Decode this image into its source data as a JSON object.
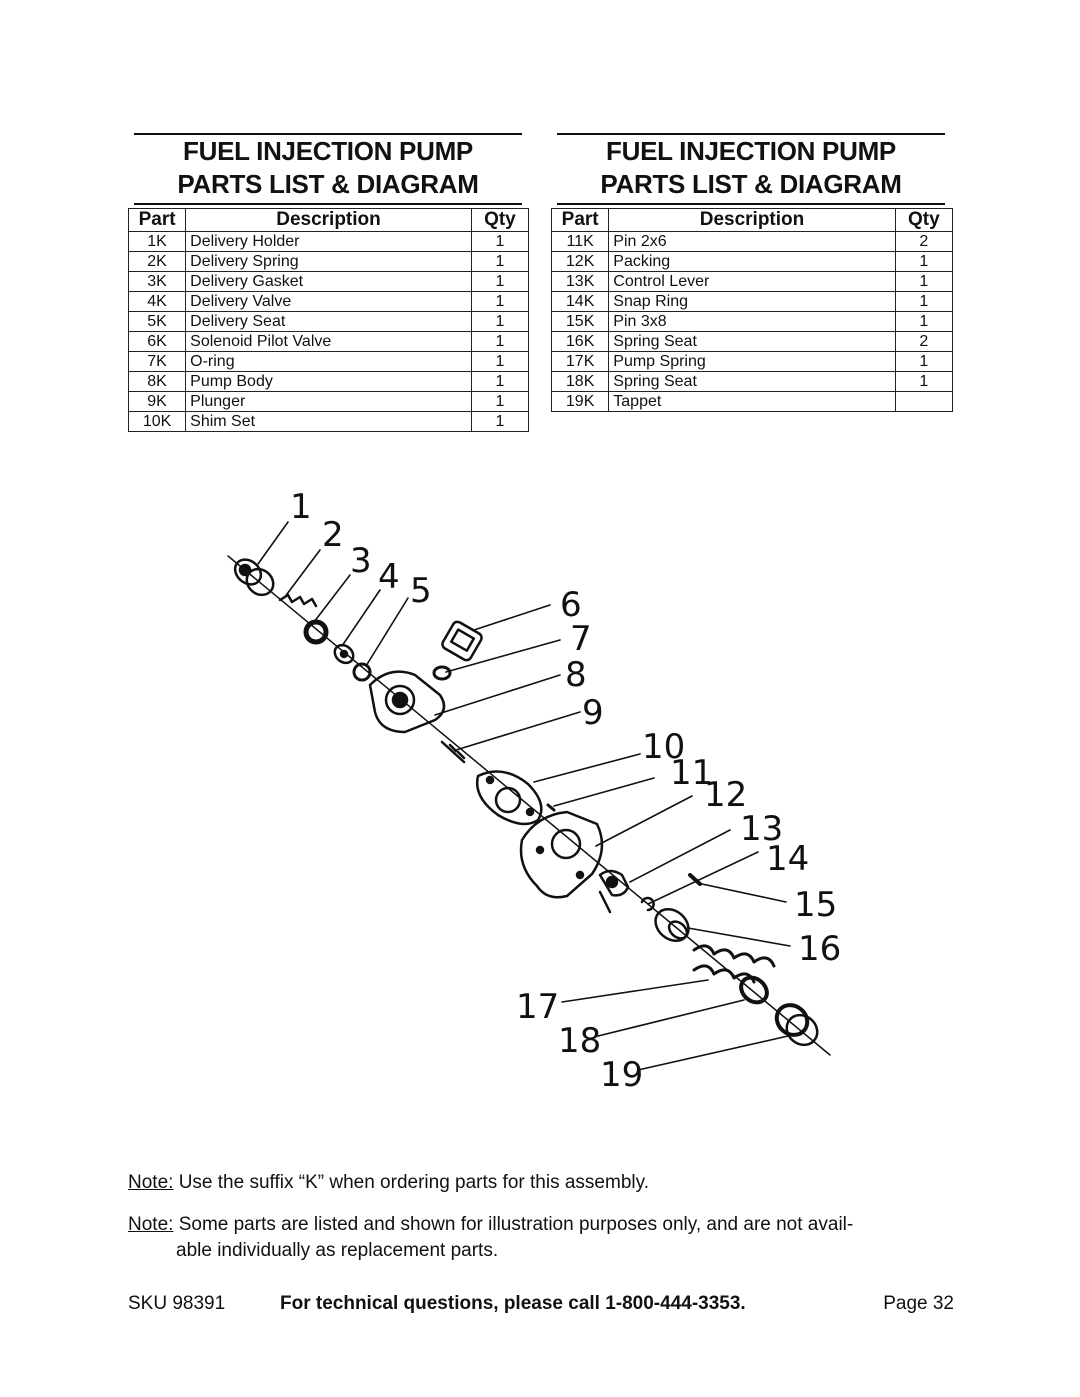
{
  "headings": {
    "left": {
      "line1": "FUEL INJECTION PUMP",
      "line2": "PARTS LIST & DIAGRAM"
    },
    "right": {
      "line1": "FUEL INJECTION PUMP",
      "line2": "PARTS LIST & DIAGRAM"
    }
  },
  "table_columns": {
    "part": "Part",
    "description": "Description",
    "qty": "Qty"
  },
  "parts_left": [
    {
      "part": "1K",
      "description": "Delivery Holder",
      "qty": "1"
    },
    {
      "part": "2K",
      "description": "Delivery Spring",
      "qty": "1"
    },
    {
      "part": "3K",
      "description": "Delivery Gasket",
      "qty": "1"
    },
    {
      "part": "4K",
      "description": "Delivery Valve",
      "qty": "1"
    },
    {
      "part": "5K",
      "description": "Delivery Seat",
      "qty": "1"
    },
    {
      "part": "6K",
      "description": "Solenoid Pilot Valve",
      "qty": "1"
    },
    {
      "part": "7K",
      "description": "O-ring",
      "qty": "1"
    },
    {
      "part": "8K",
      "description": "Pump Body",
      "qty": "1"
    },
    {
      "part": "9K",
      "description": "Plunger",
      "qty": "1"
    },
    {
      "part": "10K",
      "description": "Shim Set",
      "qty": "1"
    }
  ],
  "parts_right": [
    {
      "part": "11K",
      "description": "Pin 2x6",
      "qty": "2"
    },
    {
      "part": "12K",
      "description": "Packing",
      "qty": "1"
    },
    {
      "part": "13K",
      "description": "Control Lever",
      "qty": "1"
    },
    {
      "part": "14K",
      "description": "Snap Ring",
      "qty": "1"
    },
    {
      "part": "15K",
      "description": "Pin 3x8",
      "qty": "1"
    },
    {
      "part": "16K",
      "description": "Spring Seat",
      "qty": "2"
    },
    {
      "part": "17K",
      "description": "Pump Spring",
      "qty": "1"
    },
    {
      "part": "18K",
      "description": "Spring Seat",
      "qty": "1"
    },
    {
      "part": "19K",
      "description": "Tappet",
      "qty": ""
    }
  ],
  "diagram_callouts": [
    "1",
    "2",
    "3",
    "4",
    "5",
    "6",
    "7",
    "8",
    "9",
    "10",
    "11",
    "12",
    "13",
    "14",
    "15",
    "16",
    "17",
    "18",
    "19"
  ],
  "notes": {
    "note1_label": "Note:",
    "note1_text": "Use the suffix “K” when ordering parts for this assembly.",
    "note2_label": "Note:",
    "note2_text_a": "Some parts are listed and shown for illustration purposes only, and are not avail-",
    "note2_text_b": "able individually as replacement parts."
  },
  "footer": {
    "sku": "SKU 98391",
    "tech": "For technical questions, please call 1-800-444-3353.",
    "page": "Page 32"
  }
}
